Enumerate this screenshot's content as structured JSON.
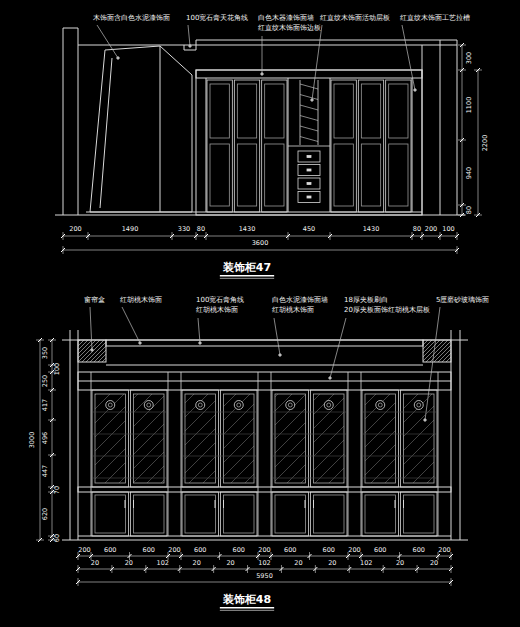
{
  "diagram": {
    "labels": [
      "木饰面含白色水泥漆饰面",
      "100宽石膏天花角线",
      "白色木器漆饰面墙",
      "红直纹木饰面饰边板",
      "红直纹木饰面活动层板",
      "红直纹木饰面工艺拉槽",
      "300",
      "1100",
      "2200",
      "940",
      "80",
      "200",
      "1490",
      "330",
      "80",
      "1430",
      "450",
      "1430",
      "80",
      "200",
      "100",
      "3600",
      "装饰柜47",
      "窗帘盒",
      "红胡桃木饰面",
      "100宽石膏角线",
      "红胡桃木饰面",
      "白色水泥漆饰面墙",
      "红胡桃木饰面",
      "18厚夹板刷白",
      "20厚夹板面饰红胡桃木层板",
      "5厘磨砂玻璃饰面",
      "3000",
      "350",
      "100",
      "250",
      "417",
      "496",
      "447",
      "70",
      "620",
      "60",
      "200",
      "600",
      "600",
      "200",
      "600",
      "600",
      "200",
      "600",
      "600",
      "200",
      "600",
      "600",
      "200",
      "20",
      "20",
      "102",
      "20",
      "20",
      "102",
      "20",
      "20",
      "102",
      "20",
      "20",
      "5950",
      "装饰柜48"
    ]
  }
}
